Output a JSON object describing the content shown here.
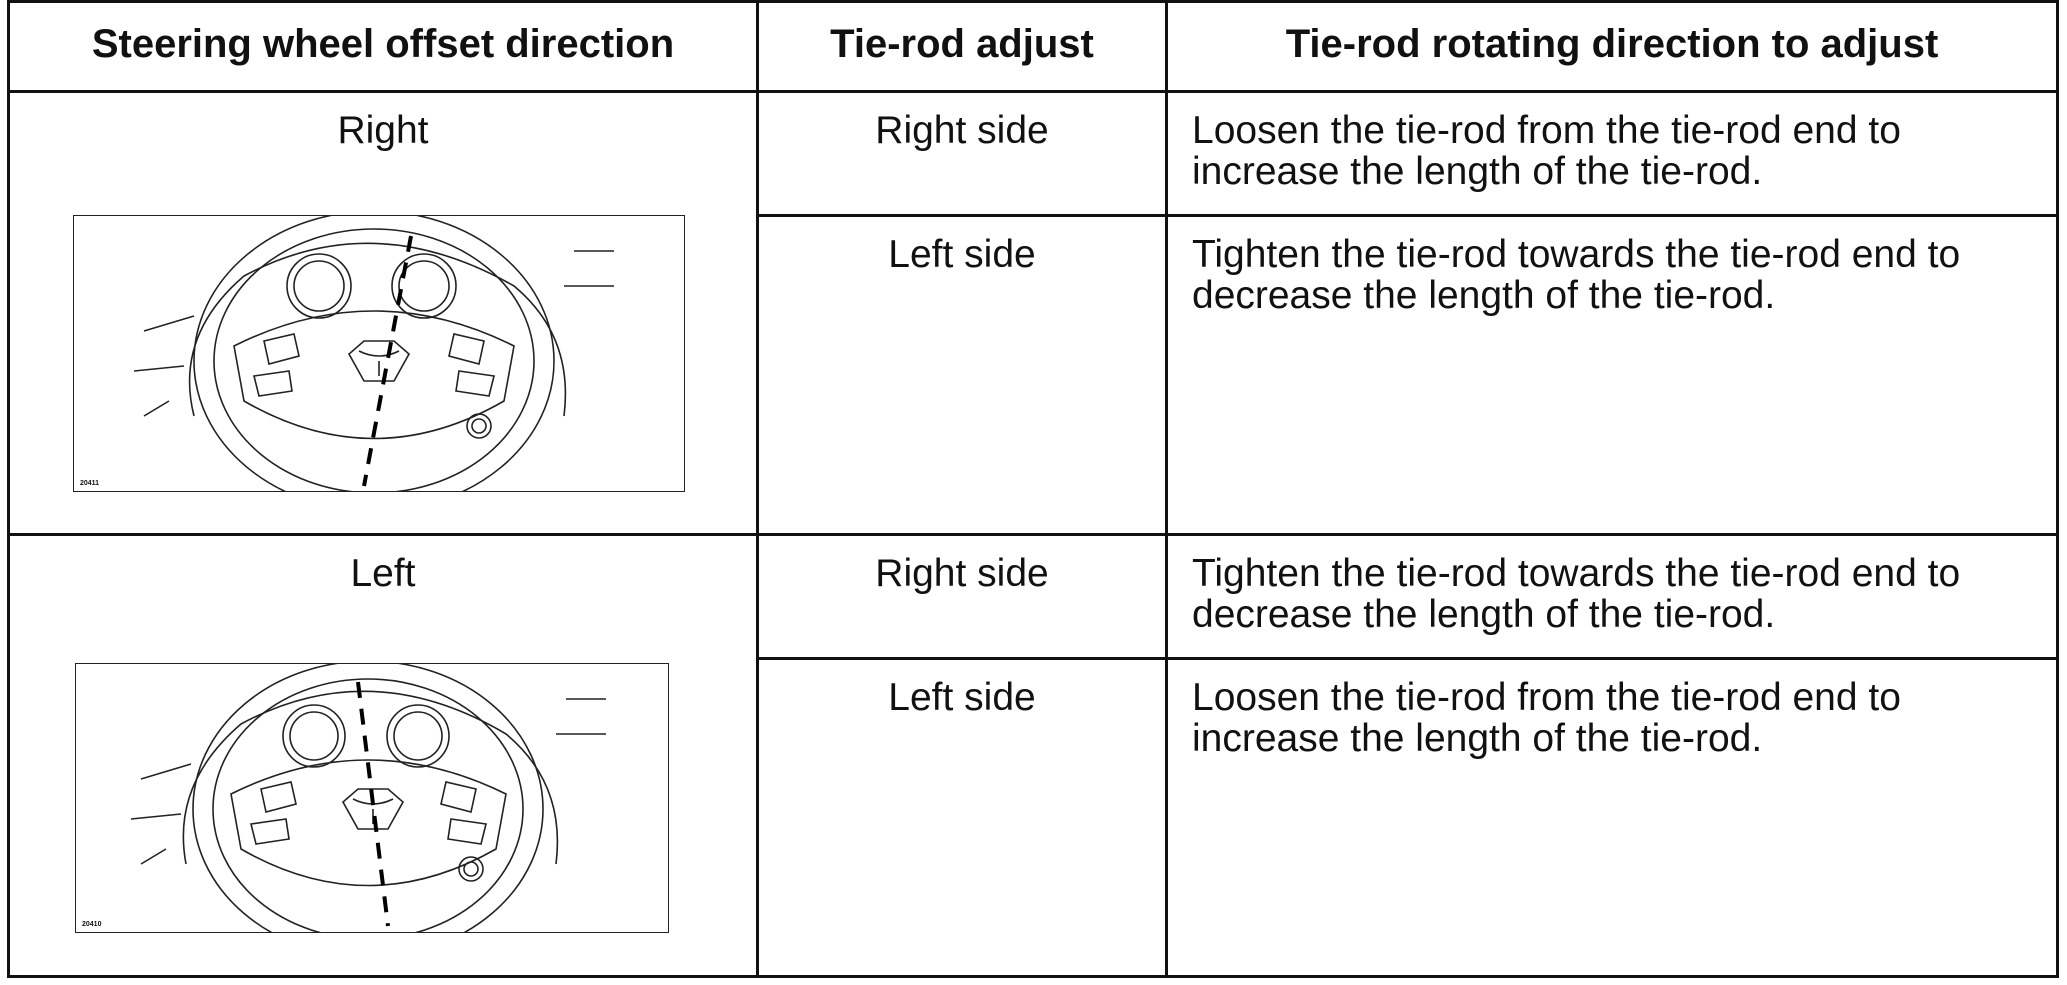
{
  "table": {
    "headers": [
      "Steering wheel offset direction",
      "Tie-rod adjust",
      "Tie-rod rotating direction to adjust"
    ],
    "groups": [
      {
        "offset": "Right",
        "figure_code": "20411",
        "figure_icon": "steering-wheel-offset-right-illustration",
        "rows": [
          {
            "adjust": "Right side",
            "direction": "Loosen the tie-rod from the tie-rod end to\n increase the length of the tie-rod."
          },
          {
            "adjust": "Left side",
            "direction": "Tighten the tie-rod towards the tie-rod end to\n decrease the length of the tie-rod."
          }
        ]
      },
      {
        "offset": "Left",
        "figure_code": "20410",
        "figure_icon": "steering-wheel-offset-left-illustration",
        "rows": [
          {
            "adjust": "Right side",
            "direction": "Tighten the tie-rod towards the tie-rod end to\n decrease the length of the tie-rod."
          },
          {
            "adjust": "Left side",
            "direction": "Loosen the tie-rod from the tie-rod end to\n increase the length of the tie-rod."
          }
        ]
      }
    ]
  },
  "colors": {
    "line": "#111111",
    "background": "#ffffff"
  }
}
